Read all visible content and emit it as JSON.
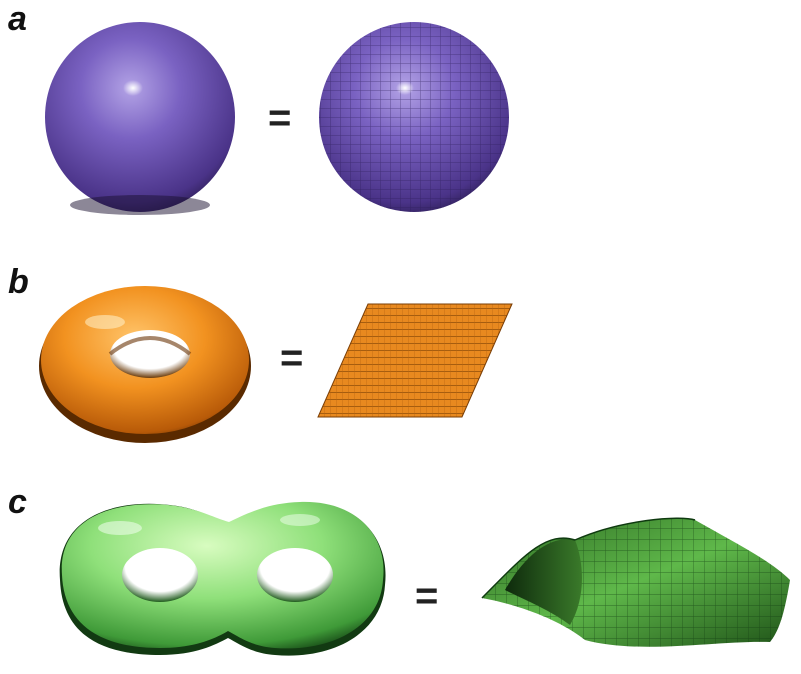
{
  "panels": [
    {
      "label": "a",
      "equals": "="
    },
    {
      "label": "b",
      "equals": "="
    },
    {
      "label": "c",
      "equals": "="
    }
  ]
}
